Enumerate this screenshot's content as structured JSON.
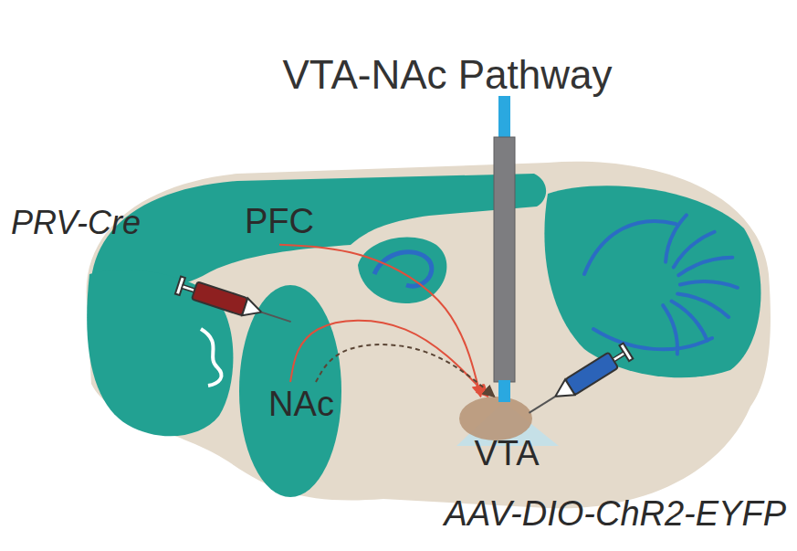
{
  "diagram": {
    "title": "VTA-NAc Pathway",
    "nodes": [
      {
        "text": [
          "PFC"
        ]
      },
      {
        "text": [
          "NAc"
        ]
      },
      {
        "text": [
          "VTA"
        ]
      }
    ],
    "edges": [
      {
        "from": 0,
        "to": 2,
        "arrow": "to"
      },
      {
        "from": 1,
        "to": 2,
        "arrow": "to"
      },
      {
        "from": 1,
        "to": 2,
        "arrow": "to"
      }
    ],
    "labels": [
      "PRV-Cre",
      "AAV-DIO-ChR2-EYFP"
    ]
  }
}
